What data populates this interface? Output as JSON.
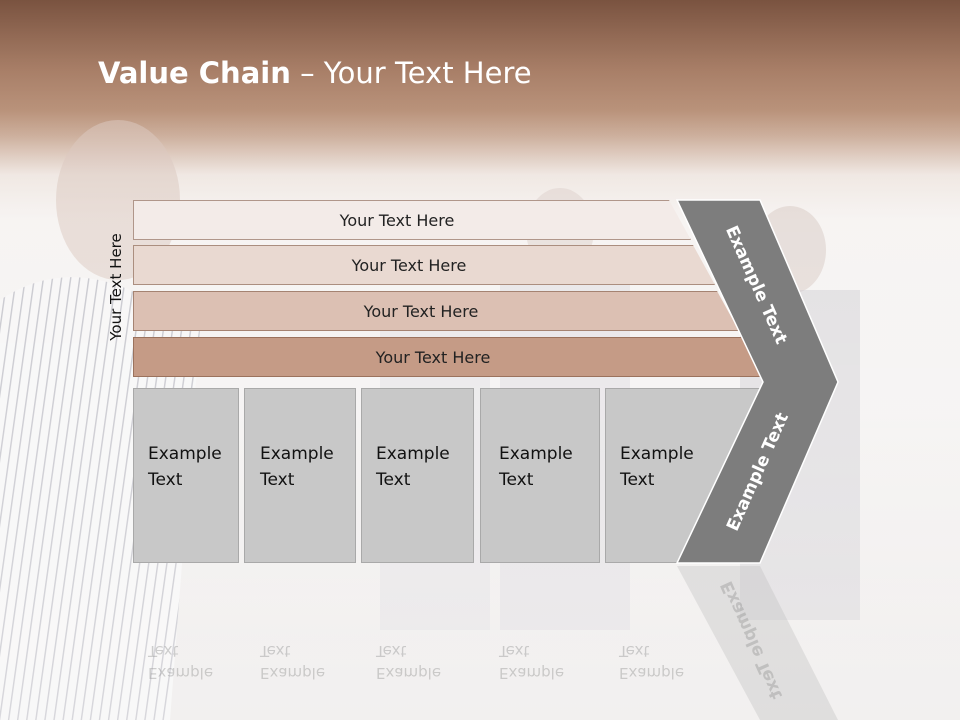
{
  "slide": {
    "title_bold": "Value Chain",
    "title_rest": " – Your Text Here",
    "side_label": "Your Text Here"
  },
  "bands": [
    {
      "label": "Your Text Here",
      "color": "#f3ebe8"
    },
    {
      "label": "Your Text Here",
      "color": "#e9d9d1"
    },
    {
      "label": "Your Text Here",
      "color": "#dcc0b3"
    },
    {
      "label": "Your Text Here",
      "color": "#c59b86"
    }
  ],
  "cards": [
    {
      "text": "Example\nText"
    },
    {
      "text": "Example\nText"
    },
    {
      "text": "Example\nText"
    },
    {
      "text": "Example\nText"
    },
    {
      "text": "Example\nText"
    }
  ],
  "chevron": {
    "upper_label": "Example Text",
    "lower_label": "Example Text",
    "color": "#7d7d7d"
  }
}
